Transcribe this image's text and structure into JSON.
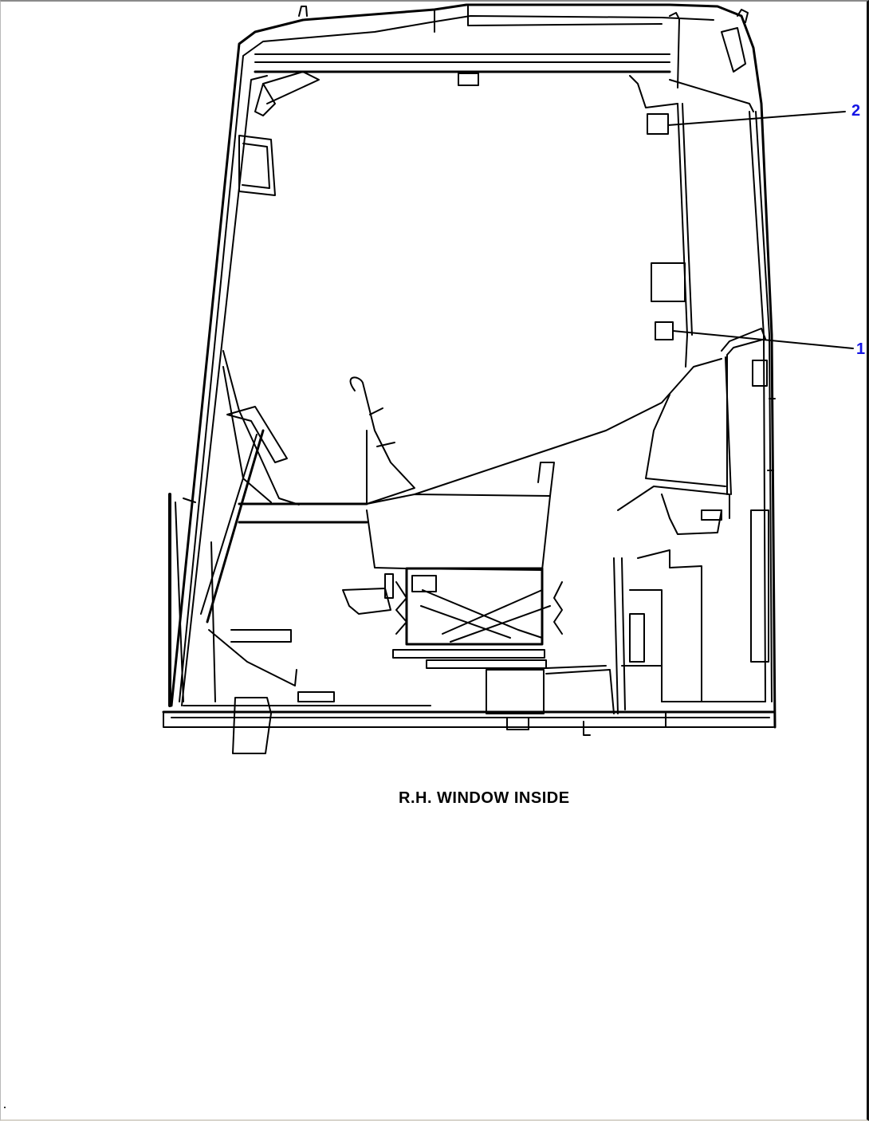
{
  "figure": {
    "caption": "R.H. WINDOW INSIDE",
    "callouts": [
      {
        "label": "2",
        "target": "upper-right-decal"
      },
      {
        "label": "1",
        "target": "right-pillar-decal"
      }
    ]
  },
  "colors": {
    "line": "#000000",
    "callout": "#1515e6",
    "background": "#ffffff"
  }
}
